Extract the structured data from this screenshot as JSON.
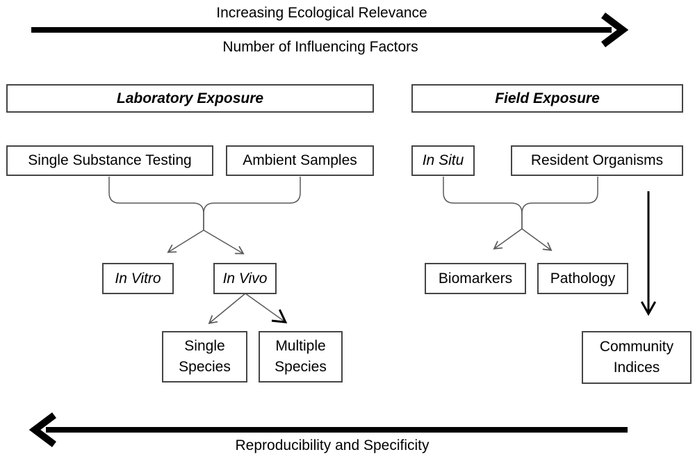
{
  "axes": {
    "top": {
      "label_above": "Increasing Ecological Relevance",
      "label_below": "Number of Influencing Factors",
      "direction": "right"
    },
    "bottom": {
      "label": "Reproducibility and Specificity",
      "direction": "left"
    }
  },
  "laboratory": {
    "header": "Laboratory Exposure",
    "single_substance": "Single Substance Testing",
    "ambient_samples": "Ambient Samples",
    "in_vitro": "In Vitro",
    "in_vivo": "In Vivo",
    "single_species": "Single Species",
    "multiple_species": "Multiple Species"
  },
  "field": {
    "header": "Field Exposure",
    "in_situ": "In Situ",
    "resident_organisms": "Resident Organisms",
    "biomarkers": "Biomarkers",
    "pathology": "Pathology",
    "community_indices": "Community Indices"
  },
  "colors": {
    "background": "#ffffff",
    "box_border": "#454545",
    "connector": "#595959",
    "axis_arrow": "#000000",
    "text": "#000000"
  }
}
